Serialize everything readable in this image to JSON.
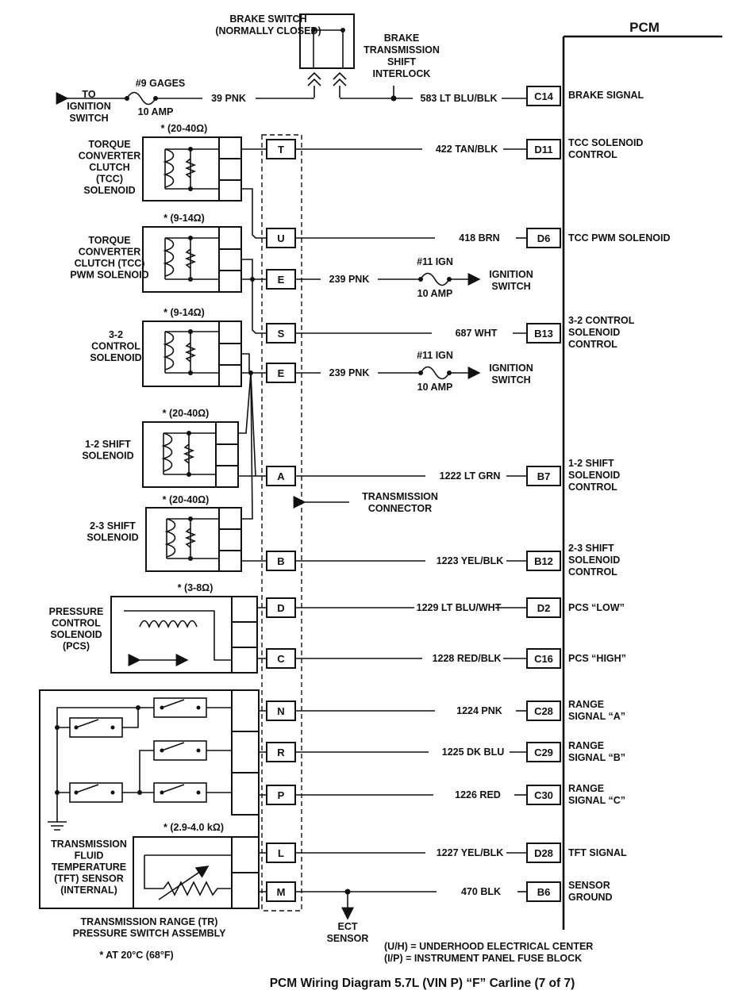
{
  "title": "PCM",
  "caption": "PCM Wiring Diagram  5.7L  (VIN P)  “F”  Carline  (7 of 7)",
  "brake": {
    "switch_label": [
      "BRAKE SWITCH",
      "(NORMALLY CLOSED)"
    ],
    "interlock_label": [
      "BRAKE",
      "TRANSMISSION",
      "SHIFT",
      "INTERLOCK"
    ],
    "ign_label": [
      "TO",
      "IGNITION",
      "SWITCH"
    ],
    "fuse_name": "#9 GAGES",
    "fuse_amp": "10 AMP",
    "wire_in": "39 PNK"
  },
  "ign_fuse": {
    "name": "#11 IGN",
    "amp": "10 AMP",
    "dest": [
      "IGNITION",
      "SWITCH"
    ]
  },
  "components": {
    "tcc": {
      "label": [
        "TORQUE",
        "CONVERTER",
        "CLUTCH",
        "(TCC)",
        "SOLENOID"
      ],
      "resistance": "* (20-40Ω)"
    },
    "pwm": {
      "label": [
        "TORQUE",
        "CONVERTER",
        "CLUTCH (TCC)",
        "PWM SOLENOID"
      ],
      "resistance": "* (9-14Ω)"
    },
    "s32": {
      "label": [
        "3-2",
        "CONTROL",
        "SOLENOID"
      ],
      "resistance": "* (9-14Ω)"
    },
    "s12": {
      "label": [
        "1-2 SHIFT",
        "SOLENOID"
      ],
      "resistance": "* (20-40Ω)"
    },
    "s23": {
      "label": [
        "2-3 SHIFT",
        "SOLENOID"
      ],
      "resistance": "* (20-40Ω)"
    },
    "pcs": {
      "label": [
        "PRESSURE",
        "CONTROL",
        "SOLENOID",
        "(PCS)"
      ],
      "resistance": "* (3-8Ω)"
    },
    "tft": {
      "label": [
        "TRANSMISSION",
        "FLUID",
        "TEMPERATURE",
        "(TFT) SENSOR",
        "(INTERNAL)"
      ],
      "resistance": "* (2.9-4.0 kΩ)"
    },
    "tr": {
      "label": [
        "TRANSMISSION RANGE (TR)",
        "PRESSURE SWITCH ASSEMBLY"
      ]
    }
  },
  "connector_label": [
    "TRANSMISSION",
    "CONNECTOR"
  ],
  "ect_label": [
    "ECT",
    "SENSOR"
  ],
  "temp_note": "* AT 20°C (68°F)",
  "legend": [
    "(U/H)  =  UNDERHOOD ELECTRICAL CENTER",
    "(I/P)  =  INSTRUMENT PANEL FUSE BLOCK"
  ],
  "pins": [
    {
      "pin": "T",
      "wire": "422 TAN/BLK",
      "pcm": "D11",
      "signal": [
        "TCC SOLENOID",
        "CONTROL"
      ]
    },
    {
      "pin": "U",
      "wire": "418 BRN",
      "pcm": "D6",
      "signal": [
        "TCC PWM SOLENOID"
      ]
    },
    {
      "pin": "E",
      "wire": "239 PNK"
    },
    {
      "pin": "S",
      "wire": "687 WHT",
      "pcm": "B13",
      "signal": [
        "3-2 CONTROL",
        "SOLENOID",
        "CONTROL"
      ]
    },
    {
      "pin": "E",
      "wire": "239 PNK"
    },
    {
      "pin": "A",
      "wire": "1222 LT GRN",
      "pcm": "B7",
      "signal": [
        "1-2 SHIFT",
        "SOLENOID",
        "CONTROL"
      ]
    },
    {
      "pin": "B",
      "wire": "1223 YEL/BLK",
      "pcm": "B12",
      "signal": [
        "2-3 SHIFT",
        "SOLENOID",
        "CONTROL"
      ]
    },
    {
      "pin": "D",
      "wire": "1229 LT BLU/WHT",
      "pcm": "D2",
      "signal": [
        "PCS “LOW”"
      ]
    },
    {
      "pin": "C",
      "wire": "1228 RED/BLK",
      "pcm": "C16",
      "signal": [
        "PCS “HIGH”"
      ]
    },
    {
      "pin": "N",
      "wire": "1224 PNK",
      "pcm": "C28",
      "signal": [
        "RANGE",
        "SIGNAL “A”"
      ]
    },
    {
      "pin": "R",
      "wire": "1225 DK BLU",
      "pcm": "C29",
      "signal": [
        "RANGE",
        "SIGNAL “B”"
      ]
    },
    {
      "pin": "P",
      "wire": "1226 RED",
      "pcm": "C30",
      "signal": [
        "RANGE",
        "SIGNAL “C”"
      ]
    },
    {
      "pin": "L",
      "wire": "1227 YEL/BLK",
      "pcm": "D28",
      "signal": [
        "TFT SIGNAL"
      ]
    },
    {
      "pin": "M",
      "wire": "470 BLK",
      "pcm": "B6",
      "signal": [
        "SENSOR",
        "GROUND"
      ]
    }
  ],
  "brake_row": {
    "wire": "583 LT BLU/BLK",
    "pcm": "C14",
    "signal": [
      "BRAKE SIGNAL"
    ]
  }
}
